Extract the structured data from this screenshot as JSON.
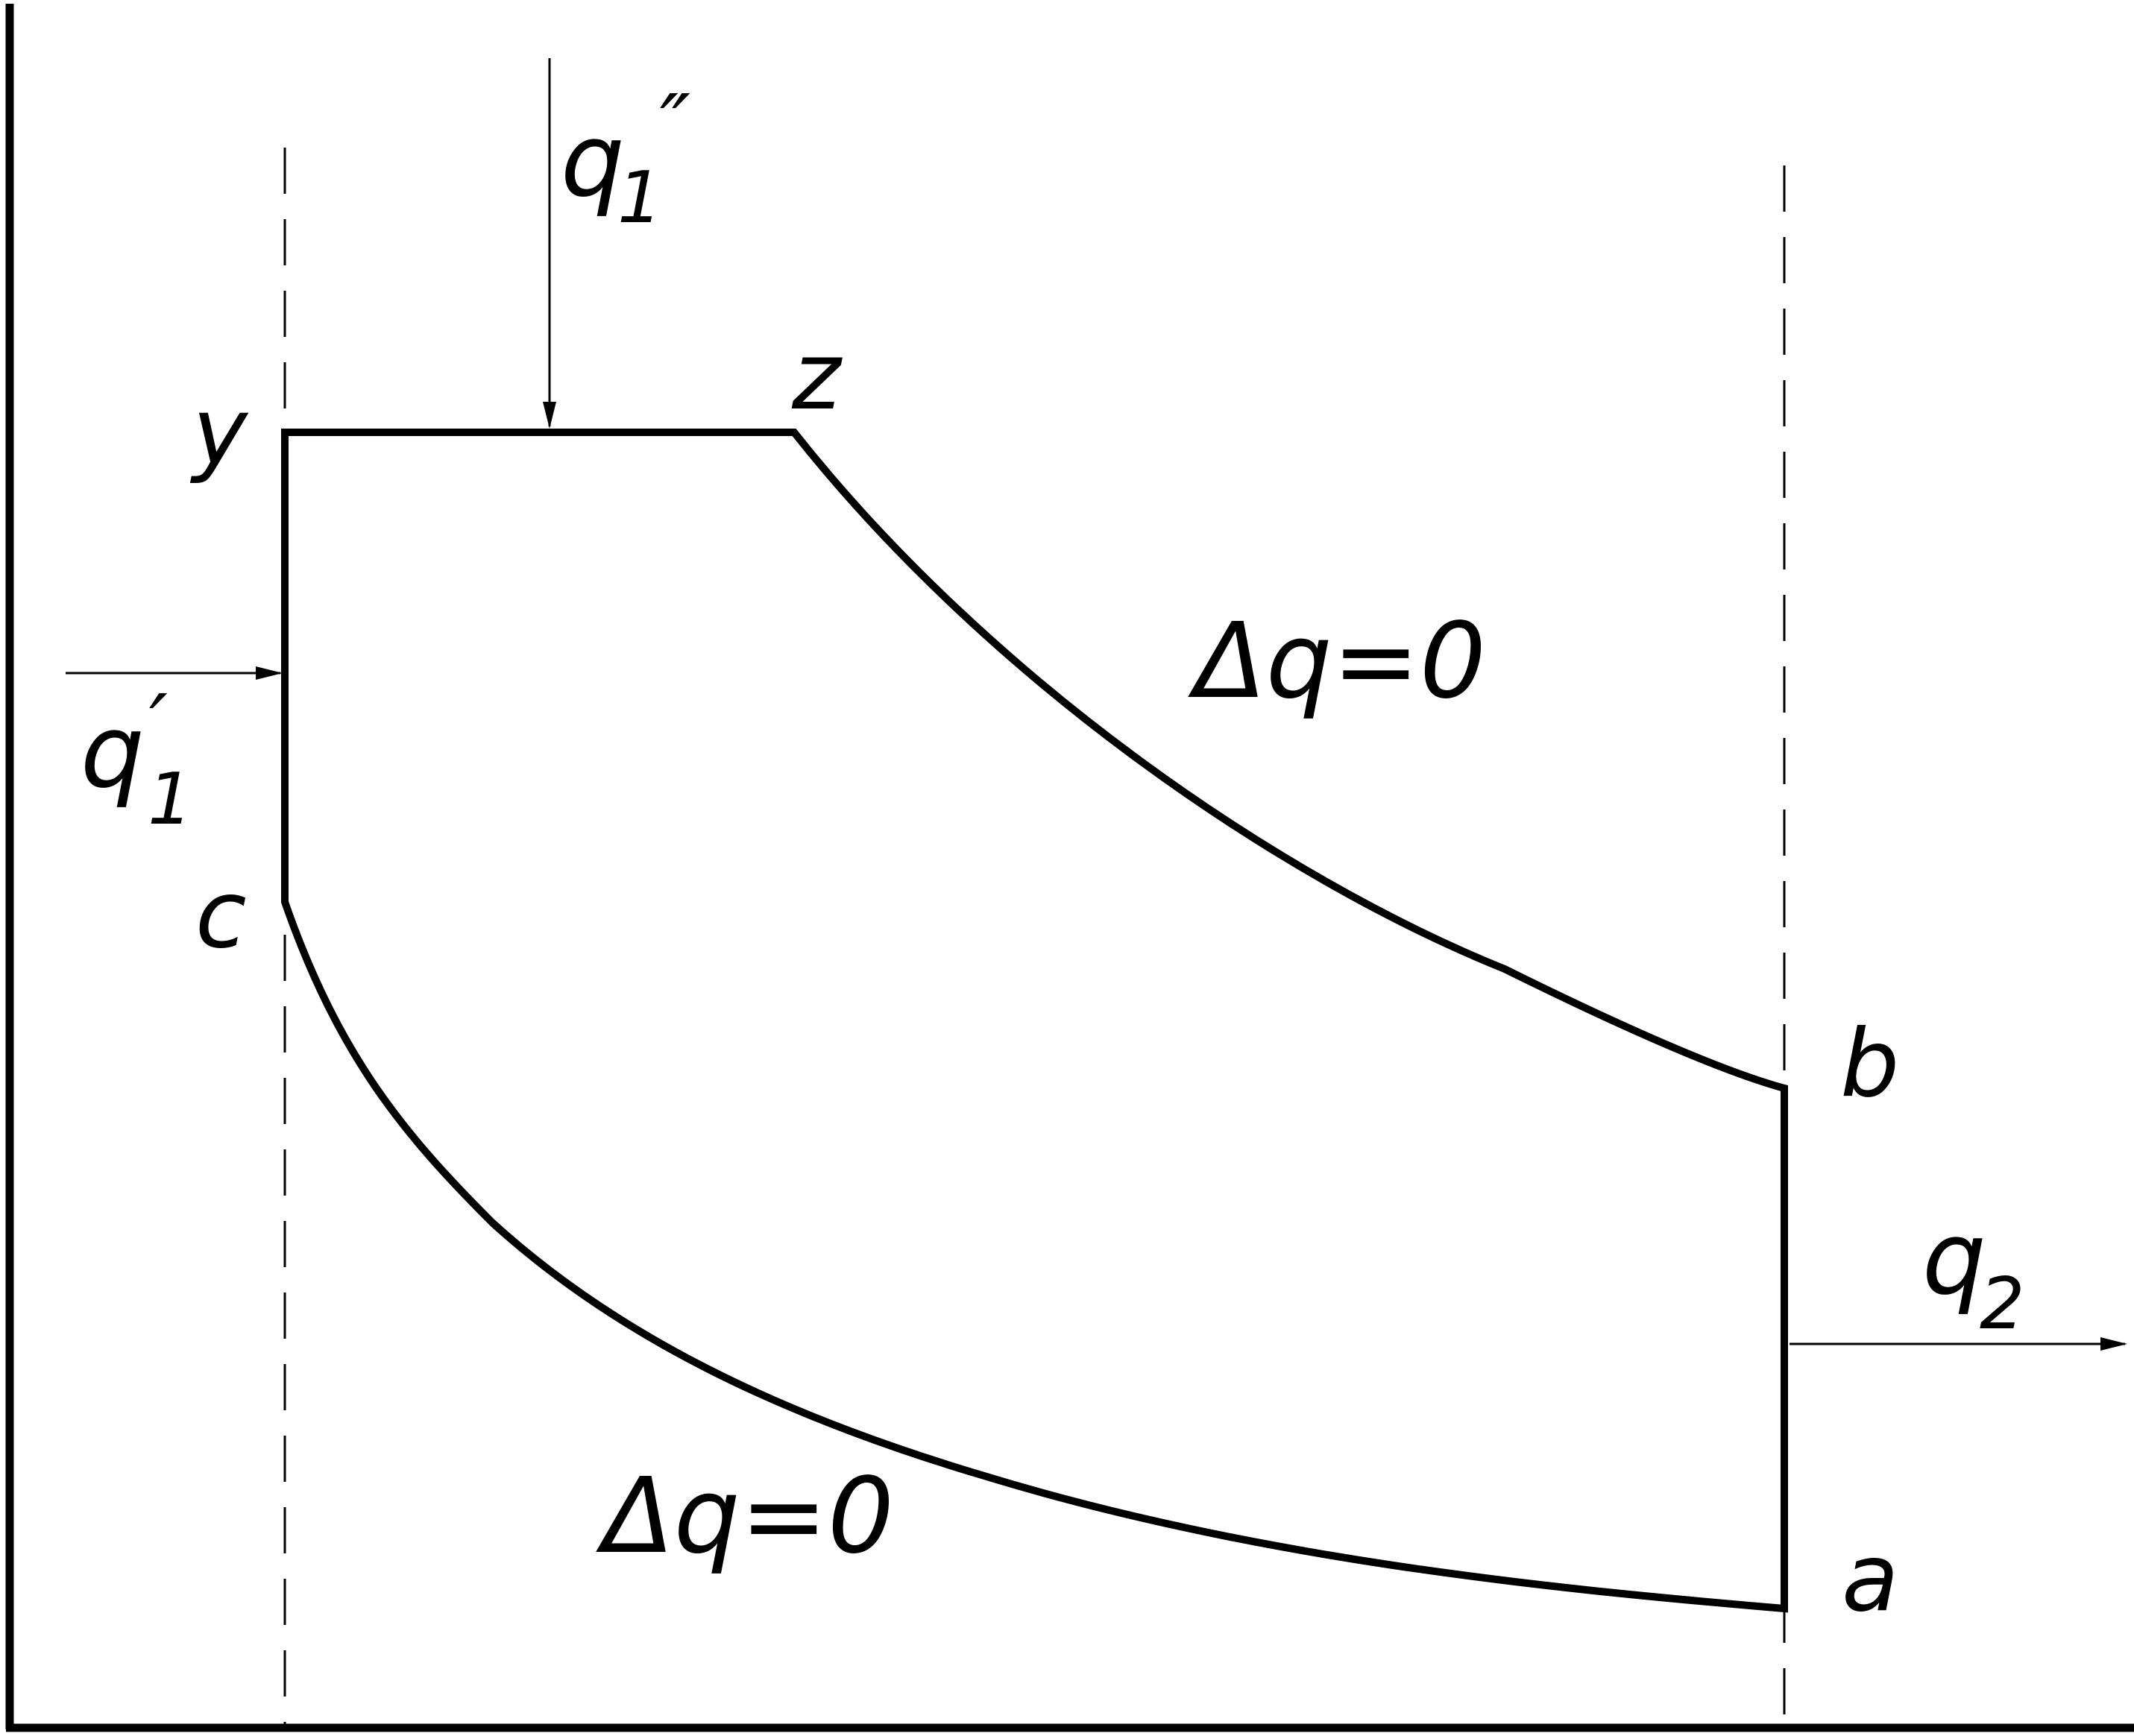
{
  "diagram": {
    "points": {
      "y": "y",
      "z": "z",
      "c": "c",
      "b": "b",
      "a": "a"
    },
    "heat": {
      "q1_double_prime": {
        "base": "q",
        "sub": "1",
        "mark": "″"
      },
      "q1_prime": {
        "base": "q",
        "sub": "1",
        "mark": "′"
      },
      "q2": {
        "base": "q",
        "sub": "2"
      }
    },
    "adiabatic_label": "Δq=0",
    "colors": {
      "stroke": "#000000",
      "background": "#ffffff"
    }
  }
}
